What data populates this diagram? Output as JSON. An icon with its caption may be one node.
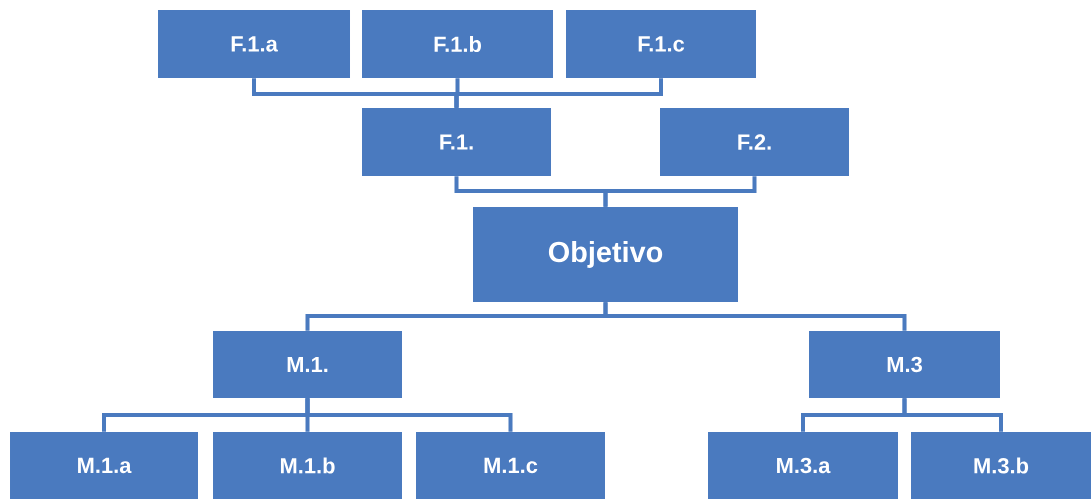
{
  "diagram": {
    "nodes": [
      {
        "text": [
          "F.1.a"
        ]
      },
      {
        "text": [
          "F.1.b"
        ]
      },
      {
        "text": [
          "F.1.c"
        ]
      },
      {
        "text": [
          "F.1."
        ]
      },
      {
        "text": [
          "F.2."
        ]
      },
      {
        "text": [
          "Objetivo"
        ]
      },
      {
        "text": [
          "M.1."
        ]
      },
      {
        "text": [
          "M.3"
        ]
      },
      {
        "text": [
          "M.1.a"
        ]
      },
      {
        "text": [
          "M.1.b"
        ]
      },
      {
        "text": [
          "M.1.c"
        ]
      },
      {
        "text": [
          "M.3.a"
        ]
      },
      {
        "text": [
          "M.3.b"
        ]
      }
    ],
    "edges": [
      {
        "from": 0,
        "to": 3,
        "arrow": "none"
      },
      {
        "from": 1,
        "to": 3,
        "arrow": "none"
      },
      {
        "from": 2,
        "to": 3,
        "arrow": "none"
      },
      {
        "from": 3,
        "to": 5,
        "arrow": "none"
      },
      {
        "from": 4,
        "to": 5,
        "arrow": "none"
      },
      {
        "from": 5,
        "to": 6,
        "arrow": "none"
      },
      {
        "from": 5,
        "to": 7,
        "arrow": "none"
      },
      {
        "from": 6,
        "to": 8,
        "arrow": "none"
      },
      {
        "from": 6,
        "to": 9,
        "arrow": "none"
      },
      {
        "from": 6,
        "to": 10,
        "arrow": "none"
      },
      {
        "from": 7,
        "to": 11,
        "arrow": "none"
      },
      {
        "from": 7,
        "to": 12,
        "arrow": "none"
      }
    ]
  }
}
